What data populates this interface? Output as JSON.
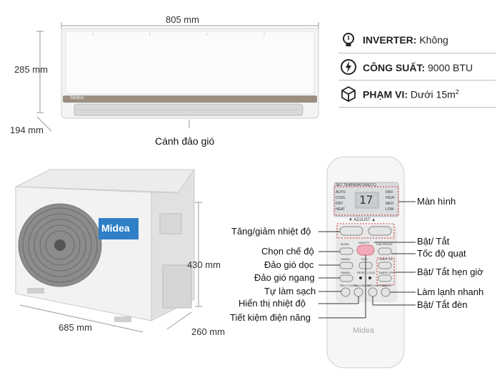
{
  "indoor": {
    "width_label": "805 mm",
    "height_label": "285 mm",
    "depth_label": "194 mm",
    "vane_label": "Cánh đảo gió",
    "brand": "Midea"
  },
  "outdoor": {
    "height_label": "430 mm",
    "width_label": "685 mm",
    "depth_label": "260 mm",
    "brand": "Midea"
  },
  "specs": [
    {
      "key": "INVERTER:",
      "value": "Không",
      "icon": "bulb-icon"
    },
    {
      "key": "CÔNG SUẤT:",
      "value": "9000 BTU",
      "icon": "power-icon"
    },
    {
      "key": "PHẠM VI:",
      "value": "Dưới 15m",
      "sup": "2",
      "icon": "cube-icon"
    }
  ],
  "remote": {
    "screen_title": "SET TEMPERATURE(°C)",
    "modes_left": [
      "AUTO",
      "COOL",
      "DRY",
      "HEAT"
    ],
    "modes_right": [
      "FAN",
      "HIGH",
      "MED",
      "LOW"
    ],
    "temp": "17",
    "adjust": "▼  ADJUST  ▲",
    "btn_mode": "MODE",
    "btn_onoff": "ON/OFF",
    "btn_fanspeed": "FAN SPEED",
    "btn_swing_v": "SWING",
    "btn_eco": "ECO",
    "btn_timeron": "TIMER ON",
    "btn_swing_h": "SWING",
    "btn_resetlock": "RESET LOCK",
    "btn_timeroff": "TIMER OFF",
    "btn_selfclean": "SELF CLEAN",
    "btn_followme": "FOLLOW ME",
    "btn_led": "LED DISPLAY",
    "btn_turbo": "TURBO",
    "brand": "Midea"
  },
  "labels_left": [
    "Tăng/giảm nhiệt độ",
    "Chọn chế độ",
    "Đảo gió dọc",
    "Đảo gió ngang",
    "Tự làm sạch",
    "Hiển thị nhiệt độ",
    "Tiết kiệm điện năng"
  ],
  "labels_right": [
    "Màn hình",
    "Bật/ Tắt",
    "Tốc độ quạt",
    "Bật/ Tắt hẹn giờ",
    "Làm lạnh nhanh",
    "Bật/ Tắt đèn"
  ]
}
